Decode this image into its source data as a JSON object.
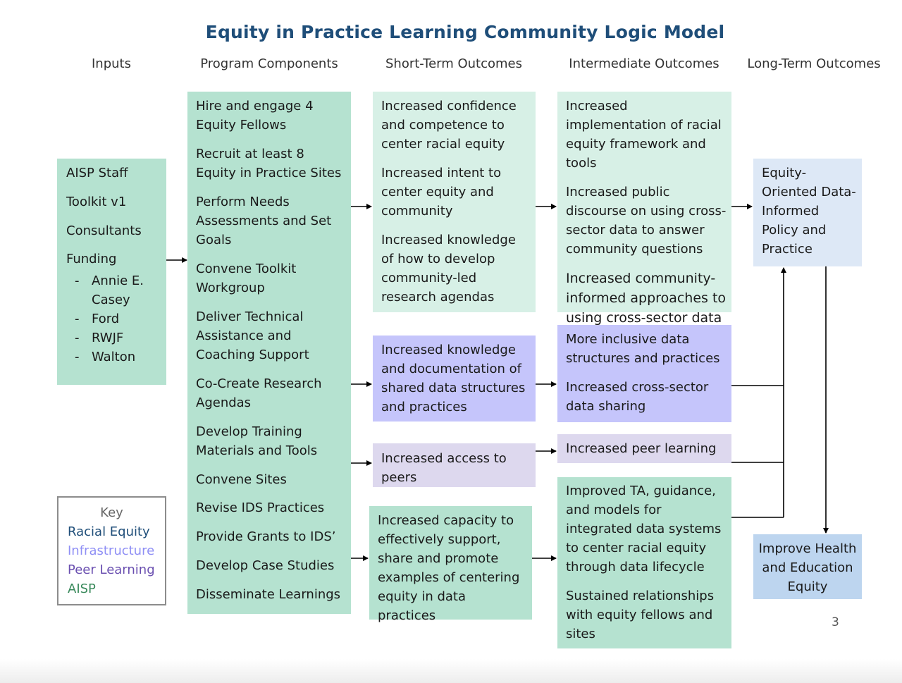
{
  "title": "Equity in Practice Learning Community Logic Model",
  "columns": {
    "inputs": "Inputs",
    "program_components": "Program Components",
    "short_term": "Short-Term Outcomes",
    "intermediate": "Intermediate Outcomes",
    "long_term": "Long-Term Outcomes"
  },
  "inputs": {
    "items": [
      "AISP Staff",
      "Toolkit v1",
      "Consultants",
      "Funding"
    ],
    "funders": [
      "Annie E. Casey",
      "Ford",
      "RWJF",
      "Walton"
    ]
  },
  "program_components": [
    "Hire and engage 4 Equity Fellows",
    "Recruit at least 8 Equity in Practice Sites",
    "Perform Needs Assessments and Set Goals",
    "Convene Toolkit Workgroup",
    "Deliver Technical Assistance and Coaching Support",
    "Co-Create Research Agendas",
    "Develop Training Materials and Tools",
    "Convene Sites",
    "Revise IDS Practices",
    "Provide Grants to IDS’",
    "Develop Case Studies",
    "Disseminate Learnings"
  ],
  "short_term": {
    "racial_equity": [
      "Increased confidence and competence to center racial equity",
      "Increased intent to center equity and community",
      "Increased knowledge of how to develop community-led research agendas"
    ],
    "infrastructure": [
      "Increased knowledge and documentation of shared data structures and practices"
    ],
    "peer_learning": [
      "Increased access to peers"
    ],
    "aisp": [
      "Increased capacity to effectively support, share and promote examples of centering equity in data practices"
    ]
  },
  "intermediate": {
    "racial_equity": [
      "Increased implementation of racial equity framework and tools",
      "Increased public discourse on using cross-sector data to answer community questions",
      "Increased community-informed approaches to using cross-sector data"
    ],
    "infrastructure": [
      "More inclusive data structures and practices",
      "Increased cross-sector data sharing"
    ],
    "peer_learning": [
      "Increased peer learning"
    ],
    "aisp": [
      "Improved TA, guidance, and models for integrated data systems to center racial equity through data lifecycle",
      "Sustained relationships with equity fellows and sites"
    ]
  },
  "long_term": {
    "policy": "Equity-Oriented Data-Informed Policy and Practice",
    "equity": "Improve Health and Education Equity"
  },
  "key": {
    "title": "Key",
    "items": [
      {
        "label": "Racial Equity",
        "color": "#1f4e79"
      },
      {
        "label": "Infrastructure",
        "color": "#8f8ff5"
      },
      {
        "label": "Peer Learning",
        "color": "#6a4fb0"
      },
      {
        "label": "AISP",
        "color": "#3a8a5c"
      }
    ]
  },
  "page_number": "3",
  "colors": {
    "title": "#1f4e79",
    "racial_equity_fill": "#d7f0e6",
    "aisp_fill": "#b5e2d0",
    "infrastructure_fill": "#c5c5fb",
    "peer_learning_fill": "#ddd8ee",
    "policy_fill": "#dde8f6",
    "equity_fill": "#bdd5ef"
  }
}
